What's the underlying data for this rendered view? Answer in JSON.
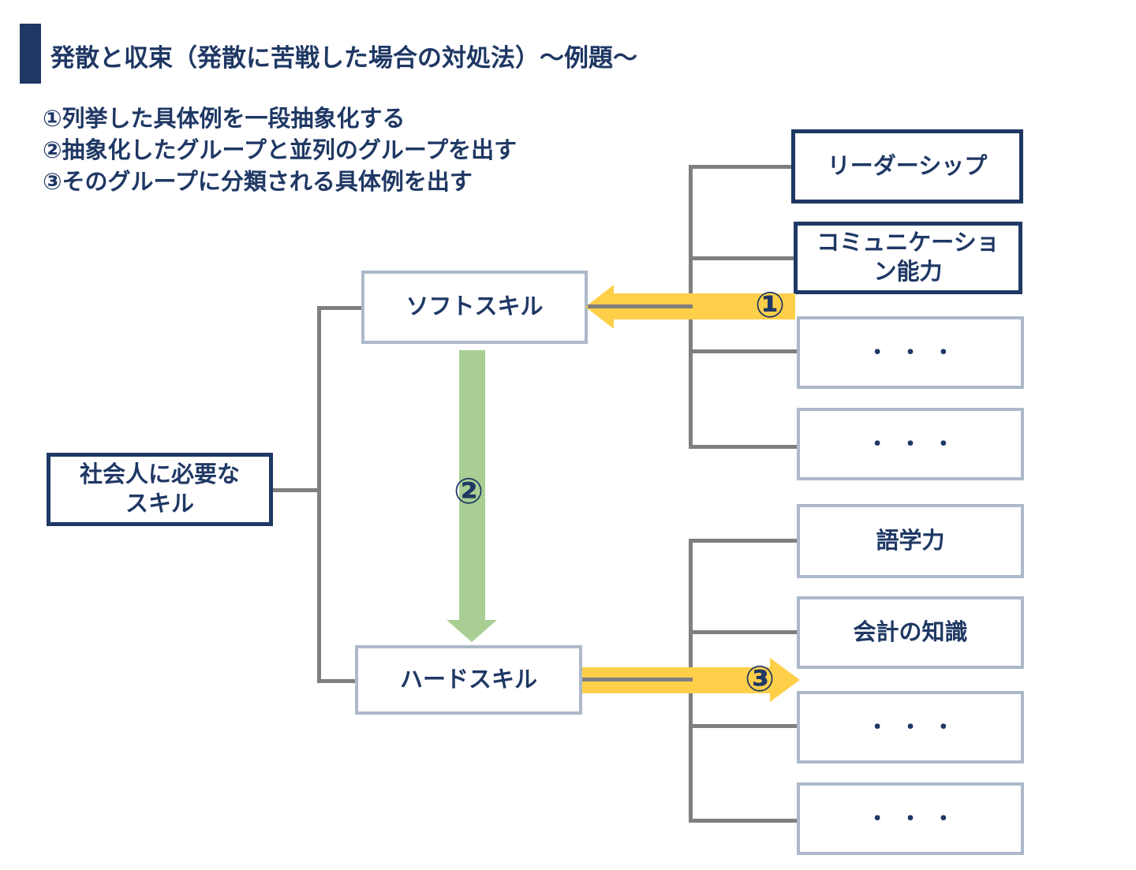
{
  "slide": {
    "title": "発散と収束（発散に苦戦した場合の対処法）〜例題〜",
    "instructions": [
      "①列挙した具体例を一段抽象化する",
      "②抽象化したグループと並列のグループを出す",
      "③そのグループに分類される具体例を出す"
    ]
  },
  "diagram": {
    "root": {
      "lines": [
        "社会人に必要な",
        "スキル"
      ]
    },
    "soft_skill": {
      "label": "ソフトスキル"
    },
    "hard_skill": {
      "label": "ハードスキル"
    },
    "soft_children": [
      {
        "lines": [
          "リーダーシップ"
        ],
        "style": "dark"
      },
      {
        "lines": [
          "コミュニケーショ",
          "ン能力"
        ],
        "style": "dark"
      },
      {
        "lines": [
          "・・・"
        ],
        "style": "light"
      },
      {
        "lines": [
          "・・・"
        ],
        "style": "light"
      }
    ],
    "hard_children": [
      {
        "lines": [
          "語学力"
        ],
        "style": "light"
      },
      {
        "lines": [
          "会計の知識"
        ],
        "style": "light"
      },
      {
        "lines": [
          "・・・"
        ],
        "style": "light"
      },
      {
        "lines": [
          "・・・"
        ],
        "style": "light"
      }
    ],
    "step_labels": {
      "step1": "①",
      "step2": "②",
      "step3": "③"
    }
  },
  "colors": {
    "navy": "#1F3864",
    "box_border_light": "#ACB9CA",
    "connector_gray": "#7F7F7F",
    "arrow_yellow": "#FFCF4A",
    "arrow_green": "#A9CE93"
  }
}
